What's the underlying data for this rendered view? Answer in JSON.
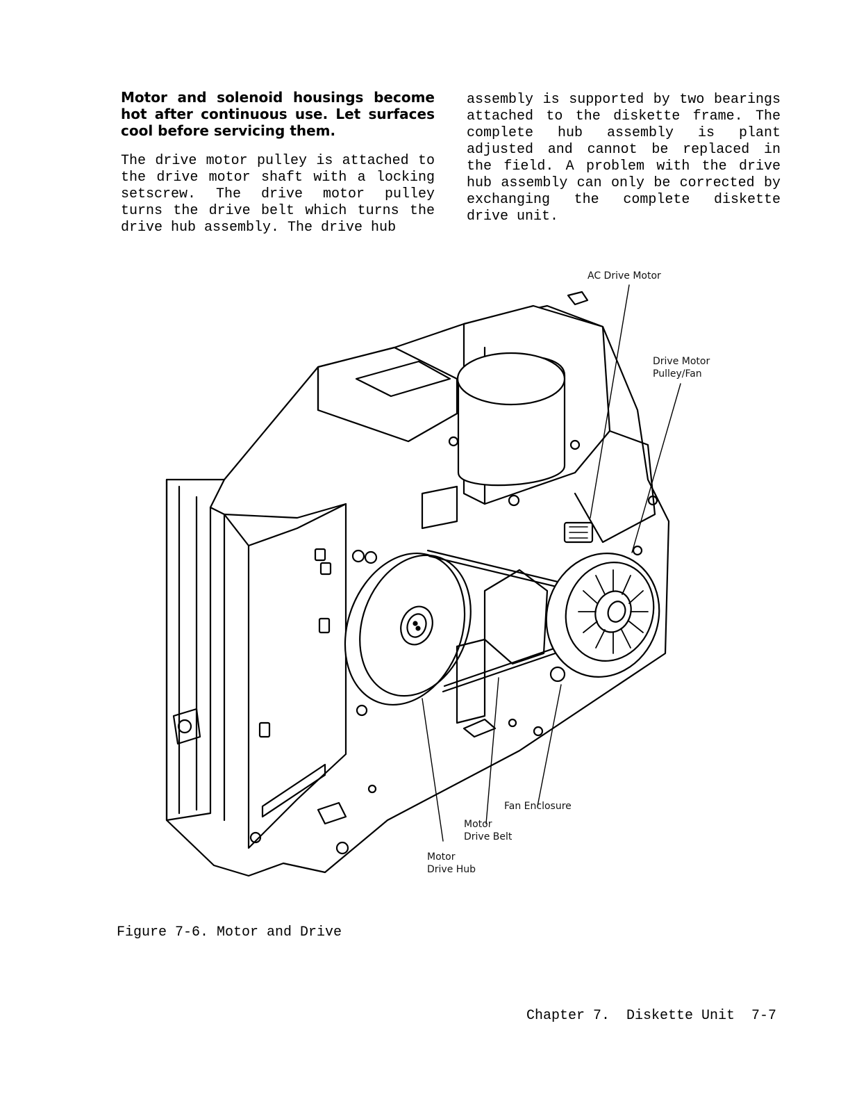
{
  "warning": "Motor and solenoid housings become hot after continuous use. Let surfaces cool before servicing them.",
  "paragraph_left": "The drive motor pulley is attached to the drive motor shaft with a locking setscrew. The drive motor pulley turns the drive belt which turns the drive hub assembly. The drive hub",
  "paragraph_right": "assembly is supported by two bearings attached to the diskette frame. The complete hub assembly is plant adjusted and cannot be replaced in the field. A problem with the drive hub assembly can only be corrected by exchanging the complete diskette drive unit.",
  "figure": {
    "labels": {
      "ac_drive_motor": "AC Drive Motor",
      "pulley_line1": "Drive Motor",
      "pulley_line2": "Pulley/Fan",
      "fan_enclosure": "Fan Enclosure",
      "belt_line1": "Motor",
      "belt_line2": "Drive Belt",
      "hub_line1": "Motor",
      "hub_line2": "Drive Hub"
    }
  },
  "caption": "Figure  7-6. Motor and Drive",
  "footer": "Chapter 7.  Diskette Unit  7-7"
}
